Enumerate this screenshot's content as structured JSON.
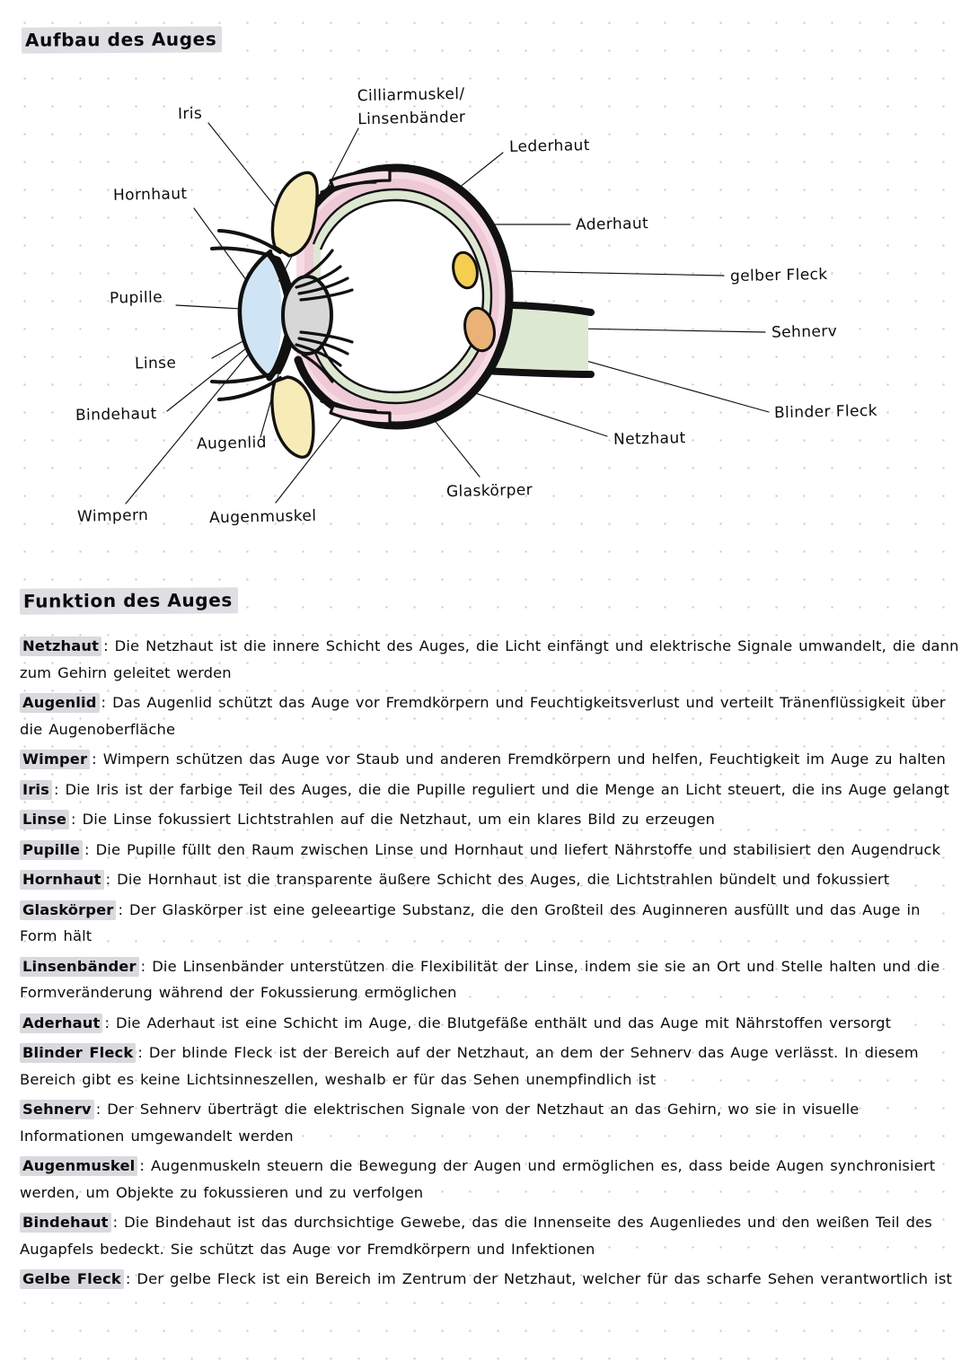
{
  "headings": {
    "aufbau": "Aufbau des Auges",
    "funktion": "Funktion des Auges"
  },
  "diagram": {
    "name": "eye-anatomy-cross-section",
    "colors": {
      "eyelid": "#f7ecb8",
      "cornea": "#cfe4f5",
      "lens": "#d7d7d7",
      "choroid": "#f0cdd8",
      "retina": "#dce8d3",
      "sclera": "#f5d9e2",
      "macula": "#f2cd50",
      "blind_spot": "#e8b176",
      "outline": "#111111"
    },
    "labels": [
      {
        "id": "iris",
        "text": "Iris"
      },
      {
        "id": "cilliarmuskel",
        "line1": "Cilliarmuskel/",
        "line2": "Linsenbänder"
      },
      {
        "id": "lederhaut",
        "text": "Lederhaut"
      },
      {
        "id": "hornhaut",
        "text": "Hornhaut"
      },
      {
        "id": "aderhaut",
        "text": "Aderhaut"
      },
      {
        "id": "gelber-fleck",
        "text": "gelber Fleck"
      },
      {
        "id": "pupille",
        "text": "Pupille"
      },
      {
        "id": "sehnerv",
        "text": "Sehnerv"
      },
      {
        "id": "linse",
        "text": "Linse"
      },
      {
        "id": "bindehaut",
        "text": "Bindehaut"
      },
      {
        "id": "blinder-fleck",
        "text": "Blinder Fleck"
      },
      {
        "id": "netzhaut",
        "text": "Netzhaut"
      },
      {
        "id": "augenlid",
        "text": "Augenlid"
      },
      {
        "id": "glaskoerper",
        "text": "Glaskörper"
      },
      {
        "id": "wimpern",
        "text": "Wimpern"
      },
      {
        "id": "augenmuskel",
        "text": "Augenmuskel"
      }
    ]
  },
  "entries": [
    {
      "term": "Netzhaut",
      "separator": ":",
      "text": "Die Netzhaut ist die innere Schicht des Auges, die Licht einfängt und elektrische Signale umwandelt, die dann zum Gehirn geleitet werden"
    },
    {
      "term": "Augenlid",
      "separator": ":",
      "text": "Das Augenlid schützt das Auge vor Fremdkörpern und Feuchtigkeitsverlust und verteilt Tränenflüssigkeit über die Augenoberfläche"
    },
    {
      "term": "Wimper",
      "separator": ":",
      "text": "Wimpern schützen das Auge vor Staub und anderen Fremdkörpern und helfen, Feuchtigkeit im Auge zu halten"
    },
    {
      "term": "Iris",
      "separator": ":",
      "text": "Die Iris ist der farbige Teil des Auges, die die Pupille reguliert und die Menge an Licht steuert, die ins Auge gelangt"
    },
    {
      "term": "Linse",
      "separator": ":",
      "text": "Die Linse fokussiert Lichtstrahlen auf die Netzhaut, um ein klares Bild zu erzeugen"
    },
    {
      "term": "Pupille",
      "separator": ":",
      "text": "Die Pupille füllt den Raum zwischen Linse und Hornhaut und liefert Nährstoffe und stabilisiert den Augendruck"
    },
    {
      "term": "Hornhaut",
      "separator": ":",
      "text": "Die Hornhaut ist die transparente äußere Schicht des Auges, die Lichtstrahlen bündelt und fokussiert"
    },
    {
      "term": "Glaskörper",
      "separator": ":",
      "text": "Der Glaskörper ist eine geleeartige Substanz, die den Großteil des Auginneren ausfüllt und das Auge in Form hält"
    },
    {
      "term": "Linsenbänder",
      "separator": ":",
      "text": "Die Linsenbänder unterstützen die Flexibilität der Linse, indem sie sie an Ort und Stelle halten und die Formveränderung während der Fokussierung ermöglichen"
    },
    {
      "term": "Aderhaut",
      "separator": ":",
      "text": "Die Aderhaut ist eine Schicht im Auge, die Blutgefäße enthält und das Auge mit Nährstoffen versorgt"
    },
    {
      "term": "Blinder Fleck",
      "separator": ":",
      "text": "Der blinde Fleck ist der Bereich auf der Netzhaut, an dem der Sehnerv das Auge verlässt. In diesem Bereich gibt es keine Lichtsinneszellen, weshalb er für das Sehen unempfindlich ist"
    },
    {
      "term": "Sehnerv",
      "separator": ":",
      "text": "Der Sehnerv überträgt die elektrischen Signale von der Netzhaut an das Gehirn, wo sie in visuelle Informationen umgewandelt werden"
    },
    {
      "term": "Augenmuskel",
      "separator": ":",
      "text": "Augenmuskeln steuern die Bewegung der Augen und ermöglichen es, dass beide Augen synchronisiert werden, um Objekte zu fokussieren und zu verfolgen"
    },
    {
      "term": "Bindehaut",
      "separator": ":",
      "text": "Die Bindehaut ist das durchsichtige Gewebe, das die Innenseite des Augenliedes und den weißen Teil des Augapfels bedeckt. Sie schützt das Auge vor Fremdkörpern und Infektionen"
    },
    {
      "term": "Gelbe Fleck",
      "separator": ":",
      "text": "Der gelbe Fleck ist ein Bereich im Zentrum der Netzhaut, welcher für das scharfe Sehen verantwortlich ist"
    }
  ]
}
